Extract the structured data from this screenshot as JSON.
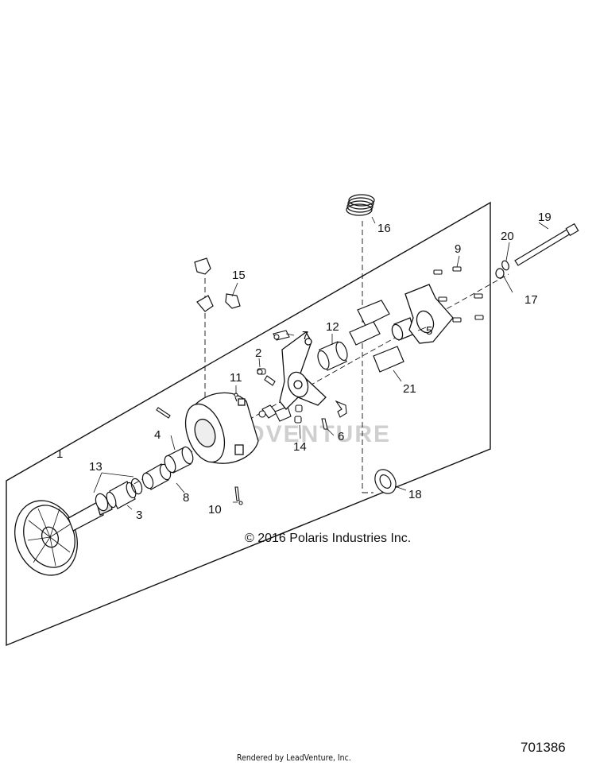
{
  "callouts": [
    "1",
    "2",
    "3",
    "4",
    "5",
    "6",
    "7",
    "8",
    "9",
    "10",
    "11",
    "12",
    "13",
    "14",
    "15",
    "16",
    "17",
    "18",
    "19",
    "20",
    "21"
  ],
  "copyright": "© 2016 Polaris Industries Inc.",
  "drawing_number": "701386",
  "rendered_by": "Rendered by LeadVenture, Inc.",
  "watermark": "LEADVENTURE"
}
